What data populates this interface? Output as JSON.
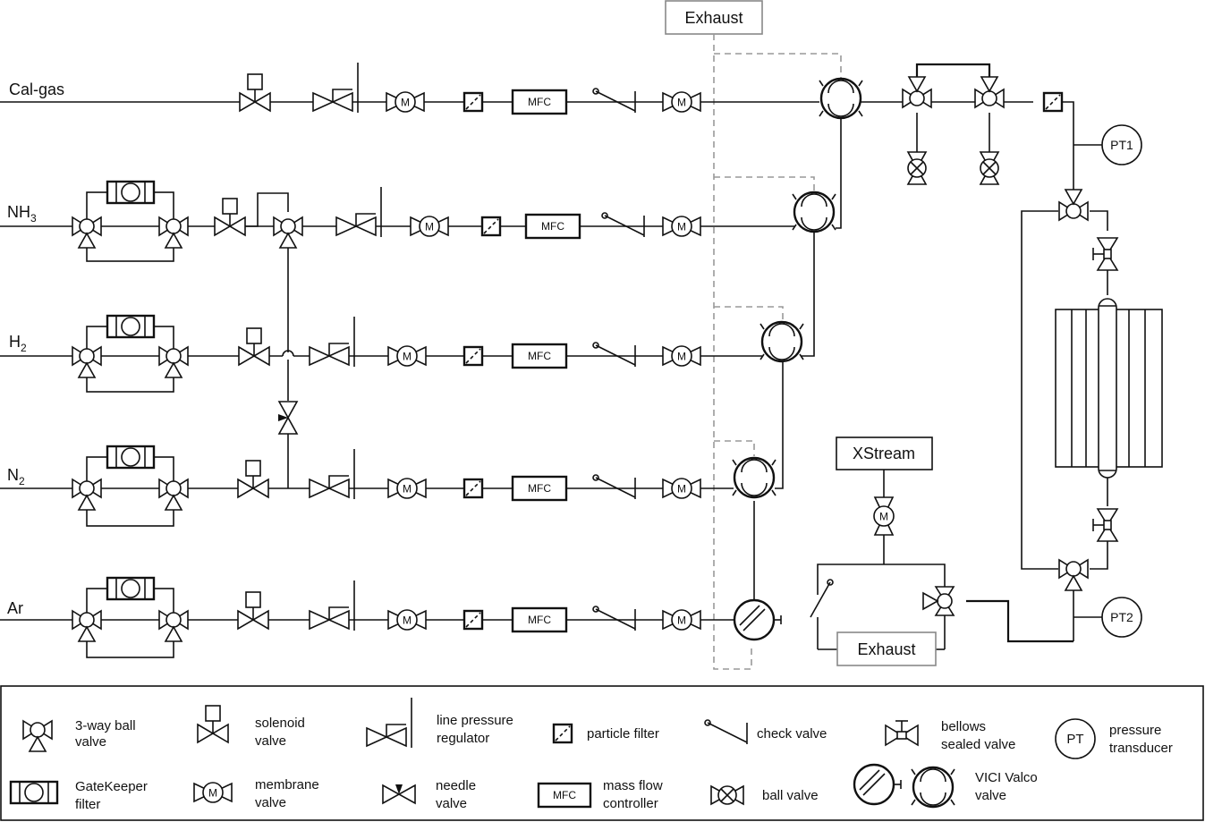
{
  "lines": {
    "calgas": "Cal-gas",
    "nh3_base": "NH",
    "nh3_sub": "3",
    "h2_base": "H",
    "h2_sub": "2",
    "n2_base": "N",
    "n2_sub": "2",
    "ar": "Ar"
  },
  "boxes": {
    "exhaust_top": "Exhaust",
    "xstream": "XStream",
    "exhaust_bottom": "Exhaust",
    "pt1": "PT1",
    "pt2": "PT2"
  },
  "mfc_label": "MFC",
  "membrane_label": "M",
  "legend": {
    "ball3way_1": "3-way ball",
    "ball3way_2": "valve",
    "gatekeeper_1": "GateKeeper",
    "gatekeeper_2": "filter",
    "solenoid_1": "solenoid",
    "solenoid_2": "valve",
    "membrane_1": "membrane",
    "membrane_2": "valve",
    "regulator_1": "line pressure",
    "regulator_2": "regulator",
    "needle_1": "needle",
    "needle_2": "valve",
    "particle": "particle filter",
    "mfc_1": "mass flow",
    "mfc_2": "controller",
    "check": "check valve",
    "ball": "ball valve",
    "bellows_1": "bellows",
    "bellows_2": "sealed valve",
    "vici_1": "VICI Valco",
    "vici_2": "valve",
    "pt_symbol": "PT",
    "pt_1": "pressure",
    "pt_2": "transducer"
  }
}
